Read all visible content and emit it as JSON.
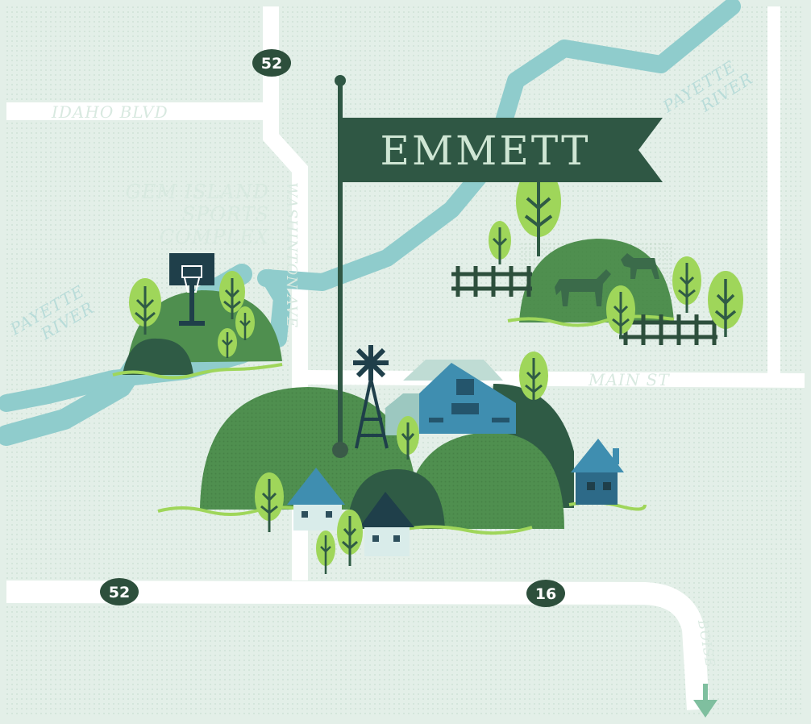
{
  "map": {
    "title": "EMMETT",
    "streets": {
      "idaho_blvd": "IDAHO BLVD",
      "washington_ave": "WASHINTON AVE",
      "main_st": "MAIN ST",
      "boise": "BOISE"
    },
    "rivers": {
      "river_ne": [
        "PAYETTE",
        "RIVER"
      ],
      "river_w": [
        "PAYETTE",
        "RIVER"
      ]
    },
    "landmarks": {
      "sports_complex": [
        "GEM ISLAND",
        "SPORTS",
        "COMPLEX"
      ]
    },
    "route_shields": {
      "top": "52",
      "left": "52",
      "right": "16"
    },
    "colors": {
      "background": "#e3efe8",
      "road": "#ffffff",
      "river": "#8fcccc",
      "hill_light": "#4f8f4f",
      "hill_dark": "#2f5b45",
      "tree": "#9fd65a",
      "barn": "#3f8eb0",
      "banner": "#2f5744",
      "shield": "#2d4f3c",
      "fence": "#2d4f3c"
    }
  }
}
